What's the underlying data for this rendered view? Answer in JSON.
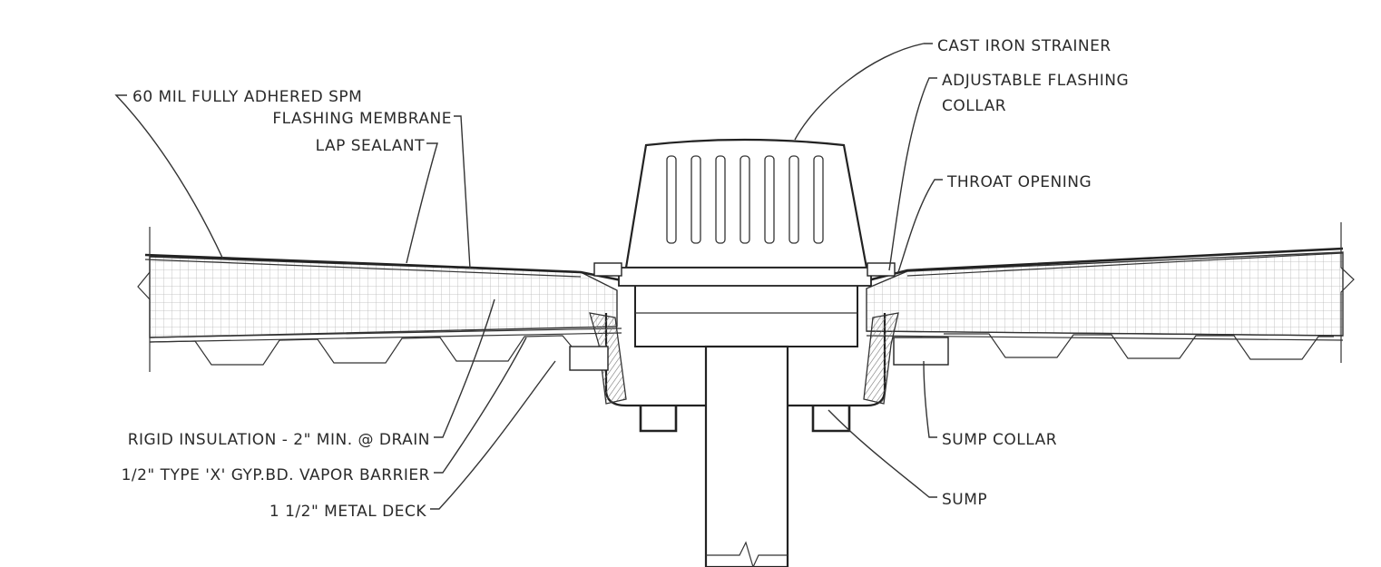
{
  "labels": {
    "strainer": "CAST IRON STRAINER",
    "membrane_1": "60 MIL FULLY ADHERED SPM",
    "membrane_2": "FLASHING MEMBRANE",
    "lap_sealant": "LAP SEALANT",
    "collar_1": "ADJUSTABLE FLASHING",
    "collar_2": "COLLAR",
    "throat": "THROAT OPENING",
    "insulation": "RIGID INSULATION - 2\" MIN. @ DRAIN",
    "gypbd": "1/2\" TYPE 'X' GYP.BD. VAPOR BARRIER",
    "deck": "1 1/2\" METAL DECK",
    "sump_collar": "SUMP COLLAR",
    "sump": "SUMP"
  },
  "colors": {
    "line": "#222222",
    "insulation_grid": "#b8b8b8",
    "gasket": "#cfcfcf",
    "background": "#ffffff"
  }
}
